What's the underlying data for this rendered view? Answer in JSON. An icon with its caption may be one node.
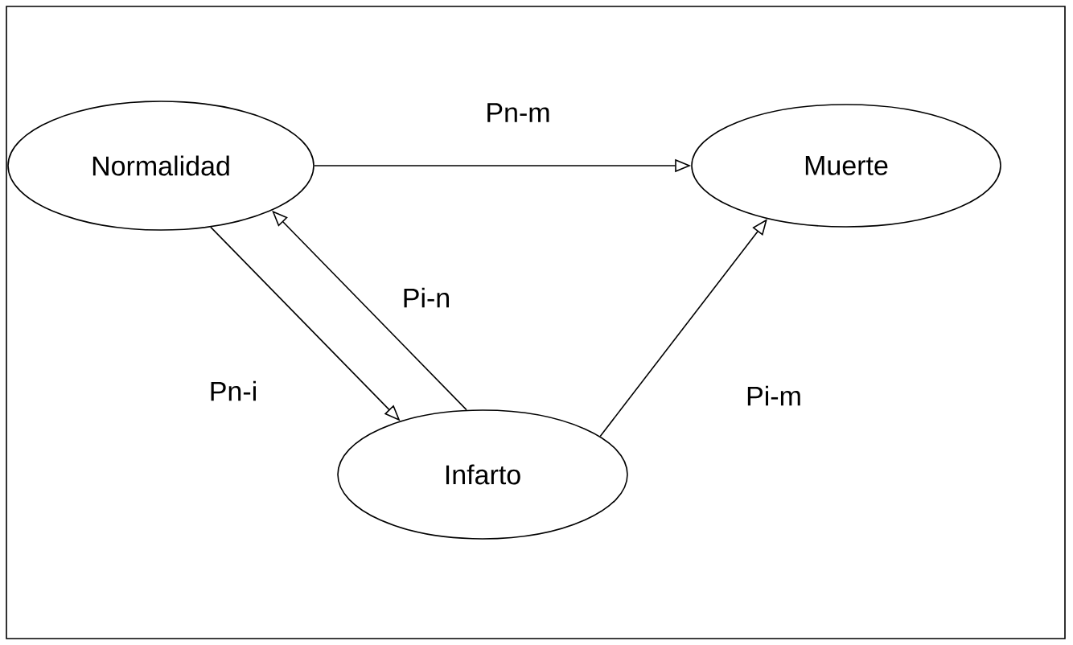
{
  "diagram": {
    "nodes": [
      {
        "text": [
          "Normalidad"
        ]
      },
      {
        "text": [
          "Muerte"
        ]
      },
      {
        "text": [
          "Infarto"
        ]
      }
    ],
    "edges": [
      {
        "from": 0,
        "to": 1,
        "arrow": "to",
        "label": "Pn-m"
      },
      {
        "from": 0,
        "to": 2,
        "arrow": "to",
        "label": "Pn-i"
      },
      {
        "from": 2,
        "to": 0,
        "arrow": "to",
        "label": "Pi-n"
      },
      {
        "from": 2,
        "to": 1,
        "arrow": "to",
        "label": "Pi-m"
      }
    ]
  }
}
